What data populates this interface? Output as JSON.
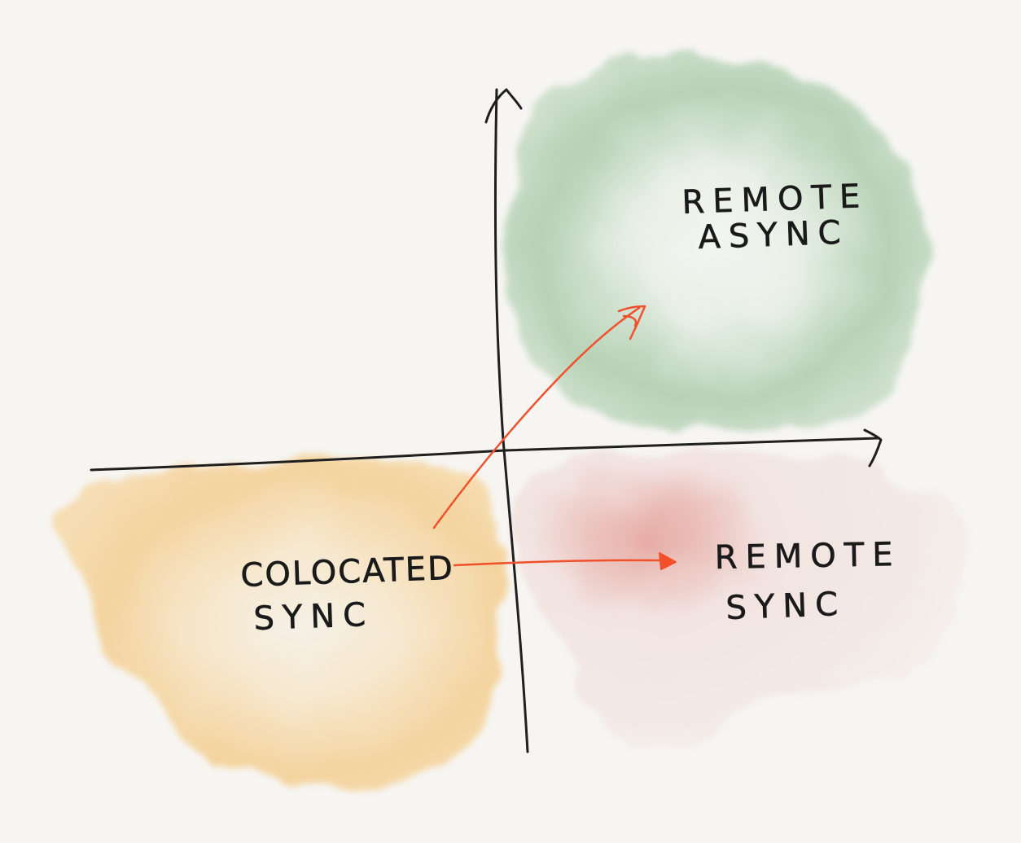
{
  "colors": {
    "background": "#f6f5f2",
    "axis": "#1f1f1f",
    "arrow": "#f0502a",
    "remote_async_blob": "#8fbe94",
    "remote_sync_blob": "#e29a94",
    "colocated_sync_blob": "#f2c070",
    "text": "#1a1a1a"
  },
  "regions": {
    "remote_async": {
      "line1": "REMOTE",
      "line2": "ASYNC"
    },
    "remote_sync": {
      "line1": "REMOTE",
      "line2": "SYNC"
    },
    "colocated_sync": {
      "line1": "COLOCATED",
      "line2": "SYNC"
    }
  },
  "arrows": [
    {
      "from": "colocated_sync",
      "to": "remote_async"
    },
    {
      "from": "colocated_sync",
      "to": "remote_sync"
    }
  ]
}
